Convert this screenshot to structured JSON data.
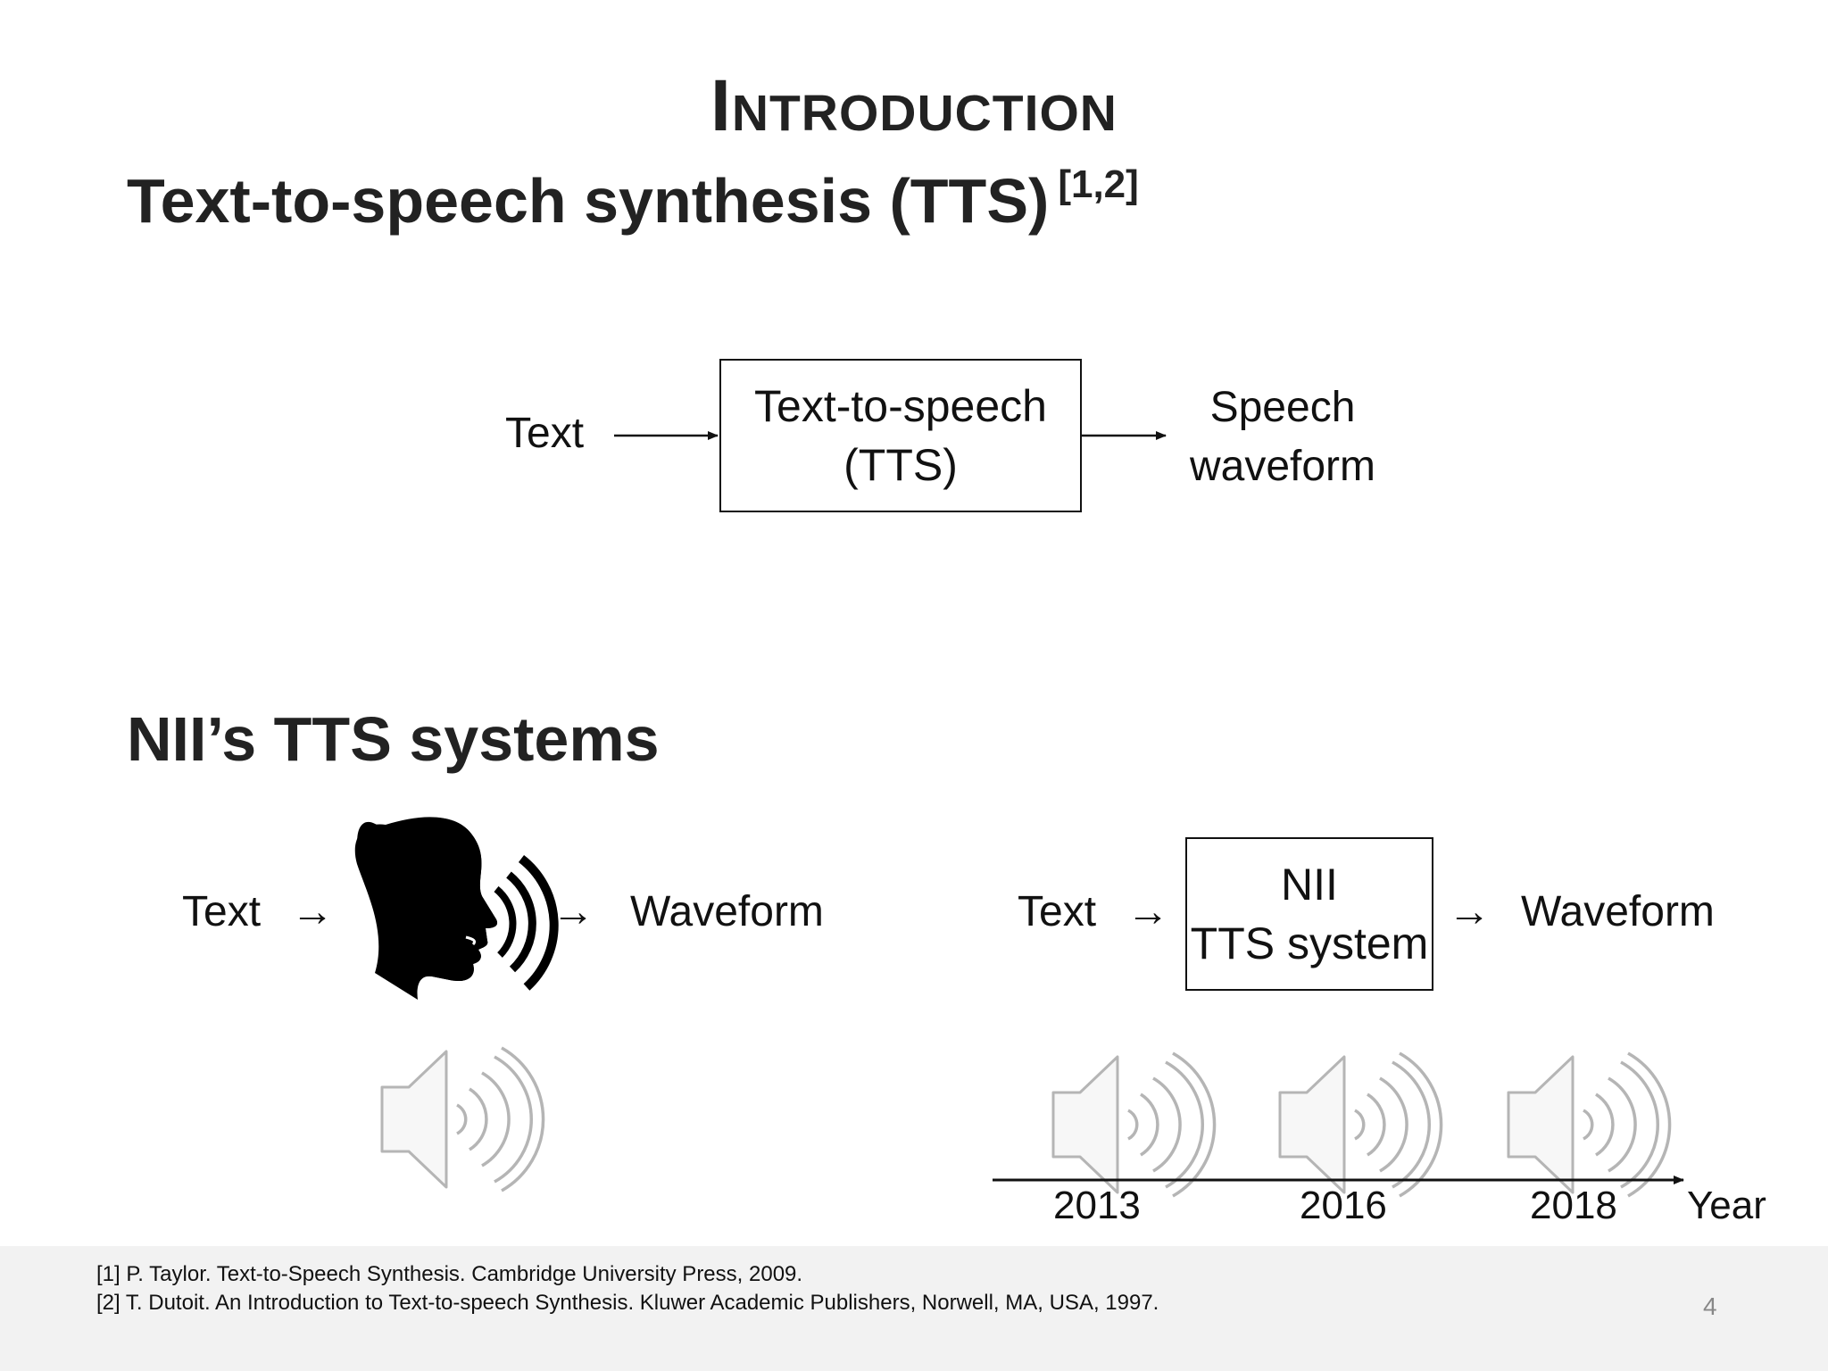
{
  "slide": {
    "title": "Introduction",
    "section1": {
      "heading": "Text-to-speech synthesis (TTS)",
      "citation": "[1,2]"
    },
    "diagram1": {
      "input": "Text",
      "box_line1": "Text-to-speech",
      "box_line2": "(TTS)",
      "output_line1": "Speech",
      "output_line2": "waveform"
    },
    "section2": {
      "heading": "NII’s TTS systems"
    },
    "human_flow": {
      "input": "Text",
      "arrow": "→",
      "output": "Waveform",
      "icon": "speaking-head-icon"
    },
    "nii_flow": {
      "input": "Text",
      "arrow": "→",
      "box_line1": "NII",
      "box_line2": "TTS system",
      "output": "Waveform"
    },
    "timeline": {
      "years": [
        "2013",
        "2016",
        "2018"
      ],
      "axis_label": "Year"
    },
    "references": [
      "[1] P. Taylor.  Text-to-Speech  Synthesis. Cambridge  University  Press, 2009.",
      "[2] T. Dutoit. An Introduction to Text-to-speech Synthesis. Kluwer  Academic  Publishers,  Norwell,  MA, USA,  1997."
    ],
    "page_number": "4",
    "colors": {
      "text": "#222222",
      "speaker_icon": "#b5b5b5",
      "footer_bg": "#f2f2f2"
    }
  }
}
